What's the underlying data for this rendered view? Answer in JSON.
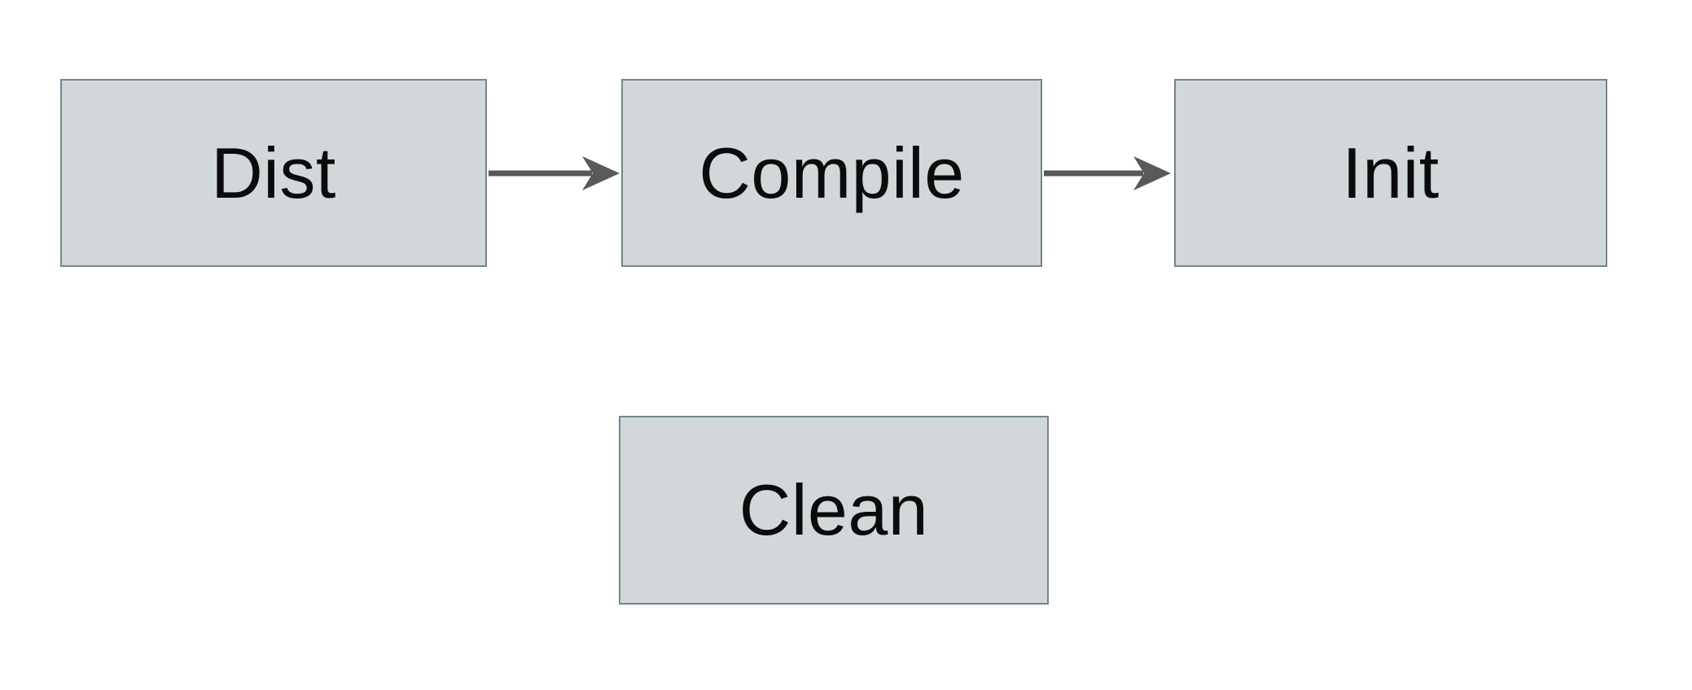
{
  "colors": {
    "background": "#ffffff",
    "node_fill": "#d2d8da",
    "node_border": "#73868f",
    "arrow_color": "#58595a",
    "text_color": "#0b0b0b"
  },
  "diagram": {
    "type": "flowchart",
    "nodes": [
      {
        "id": "dist",
        "label": "Dist"
      },
      {
        "id": "compile",
        "label": "Compile"
      },
      {
        "id": "init",
        "label": "Init"
      },
      {
        "id": "clean",
        "label": "Clean"
      }
    ],
    "edges": [
      {
        "from": "Dist",
        "to": "Compile",
        "direction": "right"
      },
      {
        "from": "Compile",
        "to": "Init",
        "direction": "right"
      }
    ]
  }
}
